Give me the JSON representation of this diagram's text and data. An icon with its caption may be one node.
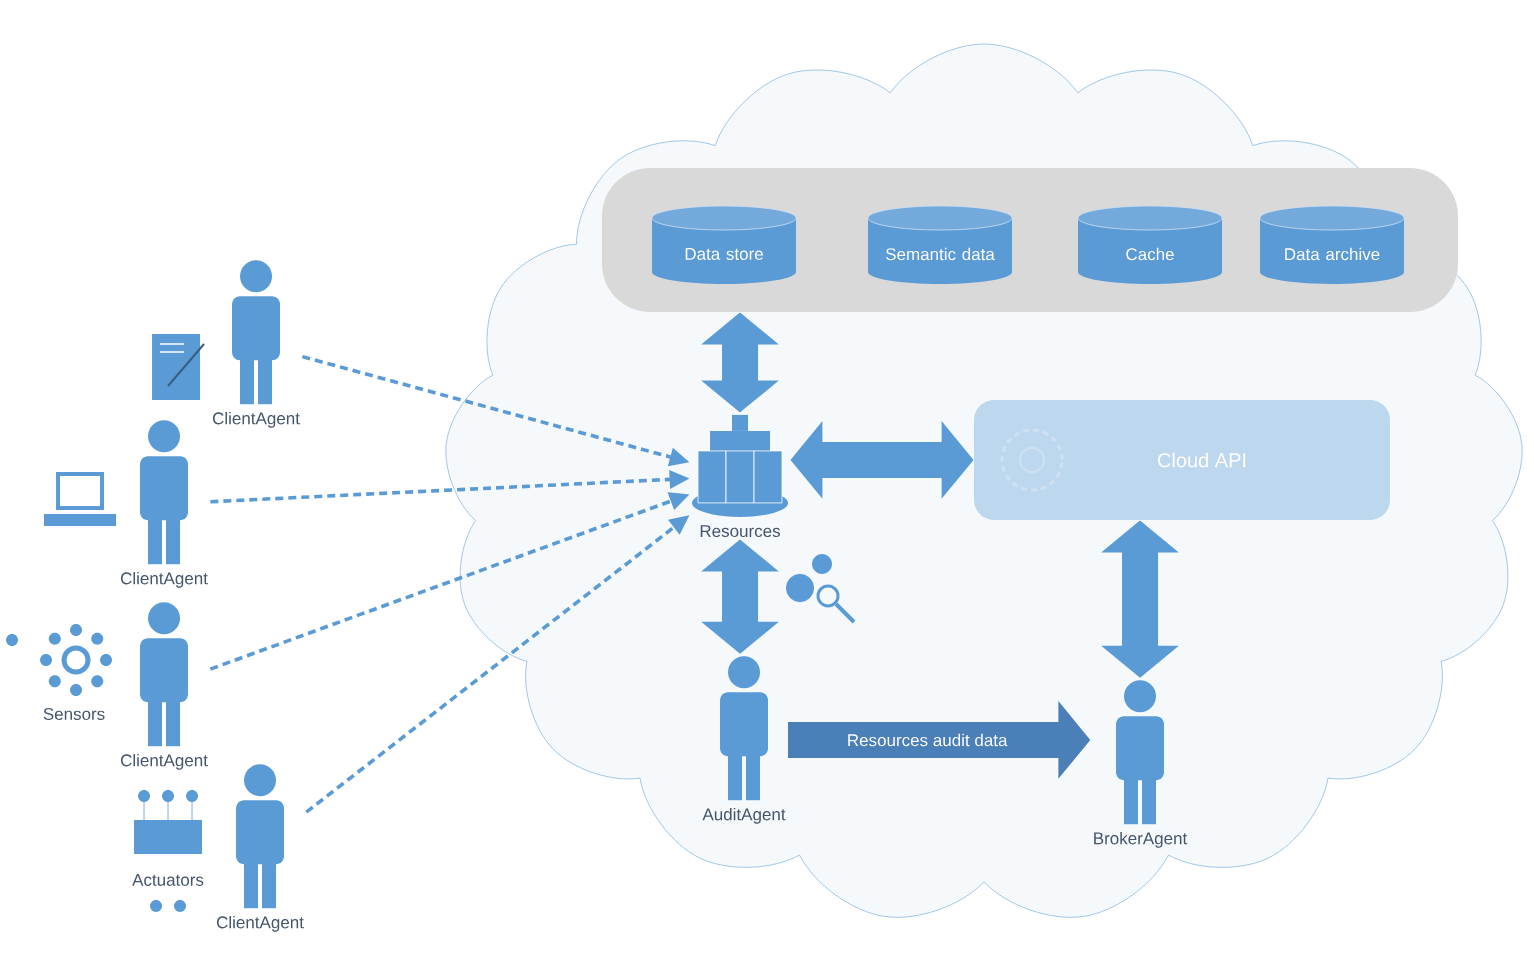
{
  "diagram": {
    "nodes": [
      {
        "text": [],
        "shape": "box"
      },
      {
        "text": [
          "Data store"
        ],
        "in": 0
      },
      {
        "text": [
          "Semantic data"
        ],
        "in": 0
      },
      {
        "text": [
          "Cache"
        ],
        "in": 0
      },
      {
        "text": [
          "Data archive"
        ],
        "in": 0
      },
      {
        "text": [
          "Resources"
        ]
      },
      {
        "text": [
          "Cloud API"
        ]
      },
      {
        "text": [
          "AuditAgent"
        ]
      },
      {
        "text": [
          "BrokerAgent"
        ]
      },
      {
        "text": [
          "ClientAgent"
        ]
      },
      {
        "text": [
          "ClientAgent"
        ]
      },
      {
        "text": [
          "ClientAgent"
        ],
        "beside": [
          "Sensors"
        ]
      },
      {
        "text": [
          "ClientAgent"
        ],
        "beside": [
          "Actuators"
        ]
      }
    ],
    "edges": [
      {
        "from": 5,
        "to": 0,
        "arrow": "both"
      },
      {
        "from": 5,
        "to": 6,
        "arrow": "both"
      },
      {
        "from": 5,
        "to": 7,
        "arrow": "both"
      },
      {
        "from": 6,
        "to": 8,
        "arrow": "both"
      },
      {
        "from": 7,
        "to": 8,
        "arrow": "to",
        "color": "#4a7fb8",
        "label": "Resources audit data"
      },
      {
        "from": 9,
        "to": 5,
        "arrow": "to",
        "style": "dashed"
      },
      {
        "from": 10,
        "to": 5,
        "arrow": "to",
        "style": "dashed"
      },
      {
        "from": 11,
        "to": 5,
        "arrow": "to",
        "style": "dashed"
      },
      {
        "from": 12,
        "to": 5,
        "arrow": "to",
        "style": "dashed"
      }
    ]
  }
}
